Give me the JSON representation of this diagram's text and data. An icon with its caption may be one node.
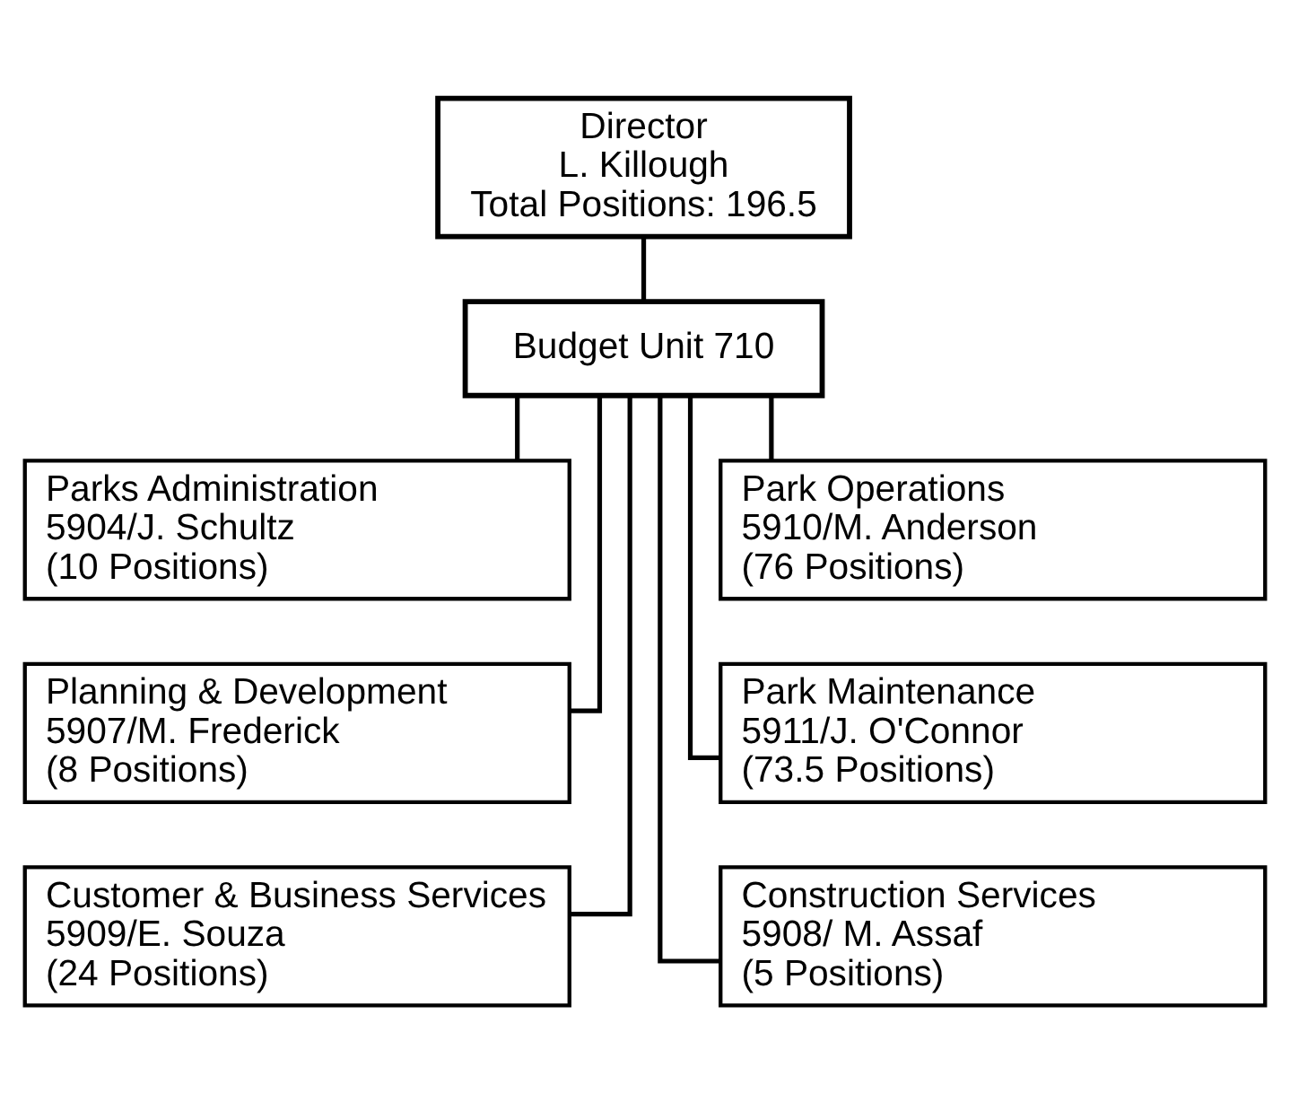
{
  "diagram": {
    "nodes": [
      {
        "text": [
          "Director",
          "L. Killough",
          "Total Positions: 196.5"
        ]
      },
      {
        "text": [
          "Budget Unit 710"
        ]
      },
      {
        "text": [
          "Parks Administration",
          "5904/J. Schultz",
          "(10 Positions)"
        ]
      },
      {
        "text": [
          "Park Operations",
          "5910/M. Anderson",
          "(76 Positions)"
        ]
      },
      {
        "text": [
          "Planning & Development",
          "5907/M. Frederick",
          "(8 Positions)"
        ]
      },
      {
        "text": [
          "Park Maintenance",
          "5911/J. O'Connor",
          "(73.5 Positions)"
        ]
      },
      {
        "text": [
          "Customer & Business Services",
          "5909/E. Souza",
          "(24 Positions)"
        ]
      },
      {
        "text": [
          "Construction Services",
          "5908/ M. Assaf",
          "(5 Positions)"
        ]
      }
    ],
    "edges": [
      {
        "from": 0,
        "to": 1,
        "arrow": "none"
      },
      {
        "from": 1,
        "to": 2,
        "arrow": "none"
      },
      {
        "from": 1,
        "to": 3,
        "arrow": "none"
      },
      {
        "from": 1,
        "to": 4,
        "arrow": "none"
      },
      {
        "from": 1,
        "to": 5,
        "arrow": "none"
      },
      {
        "from": 1,
        "to": 6,
        "arrow": "none"
      },
      {
        "from": 1,
        "to": 7,
        "arrow": "none"
      }
    ]
  }
}
